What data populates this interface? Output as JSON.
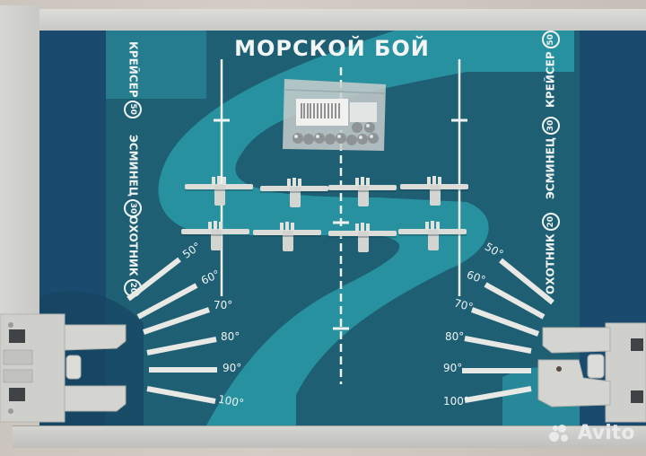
{
  "photo": {
    "subject": "Настольная игра «Морской бой» — игровое поле с пушками, кораблями и шариками",
    "watermark": "Avito"
  },
  "board": {
    "title": "МОРСКОЙ БОЙ",
    "left_labels": [
      {
        "label": "КРЕЙСЕР",
        "points": "50"
      },
      {
        "label": "ЭСМИНЕЦ",
        "points": "30"
      },
      {
        "label": "ОХОТНИК",
        "points": "20"
      }
    ],
    "right_labels": [
      {
        "label": "КРЕЙСЕР",
        "points": "50"
      },
      {
        "label": "ЭСМИНЕЦ",
        "points": "30"
      },
      {
        "label": "ОХОТНИК",
        "points": "20"
      }
    ],
    "angle_scale_left": [
      "50°",
      "60°",
      "70°",
      "80°",
      "90°",
      "100°"
    ],
    "angle_scale_right": [
      "50°",
      "60°",
      "70°",
      "80°",
      "90°",
      "100°"
    ],
    "ships_count": 8,
    "ammo_bag": "bag of metal balls"
  },
  "colors": {
    "board_dark": "#1a4b6e",
    "panel": "#1e5f74",
    "river": "#2a9aa8",
    "plastic": "#d2d3cf",
    "text": "#eef3f1"
  }
}
